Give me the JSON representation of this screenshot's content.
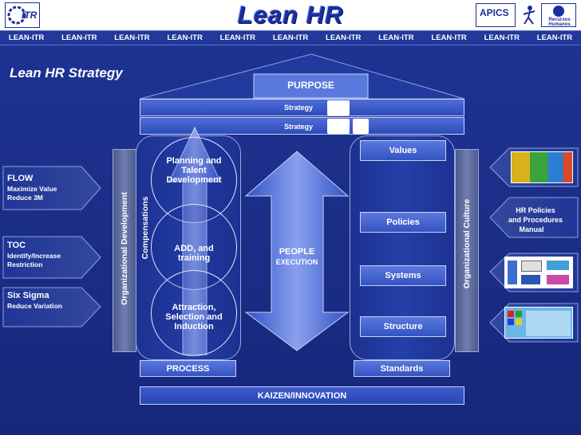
{
  "header": {
    "title": "Lean HR",
    "left_logo_text": "ITR",
    "right_logo1_text": "APICS",
    "right_logo2_text": "Recursos Humanos"
  },
  "strip": {
    "items": [
      "LEAN-ITR",
      "LEAN-ITR",
      "LEAN-ITR",
      "LEAN-ITR",
      "LEAN-ITR",
      "LEAN-ITR",
      "LEAN-ITR",
      "LEAN-ITR",
      "LEAN-ITR",
      "LEAN-ITR",
      "LEAN-ITR"
    ]
  },
  "diagram": {
    "heading": "Lean HR Strategy",
    "roof": {
      "purpose": "PURPOSE",
      "strategy_1": "Strategy",
      "strategy_2": "Strategy"
    },
    "left_pillar": {
      "label": "Organizational Development",
      "inner_label": "Compensations",
      "circles": [
        "Planning and Talent Development",
        "ADD, and training",
        "Attraction, Selection and Induction"
      ],
      "base": "PROCESS"
    },
    "center": {
      "title": "PEOPLE",
      "subtitle": "EXECUTION"
    },
    "right_pillar": {
      "label": "Organizational Culture",
      "boxes": [
        "Values",
        "Policies",
        "Systems",
        "Structure"
      ],
      "base": "Standards"
    },
    "foundation": "KAIZEN/INNOVATION",
    "left_arrows": [
      {
        "title": "FLOW",
        "lines": [
          "Maximize Value",
          "Reduce 3M"
        ]
      },
      {
        "title": "TOC",
        "lines": [
          "Identify/Increase",
          "Restriction"
        ]
      },
      {
        "title": "Six Sigma",
        "lines": [
          "Reduce Variation"
        ]
      }
    ],
    "right_arrows": [
      {
        "lines": []
      },
      {
        "lines": [
          "HR Policies",
          "and Procedures",
          "Manual"
        ]
      },
      {
        "lines": []
      },
      {
        "lines": []
      }
    ]
  }
}
